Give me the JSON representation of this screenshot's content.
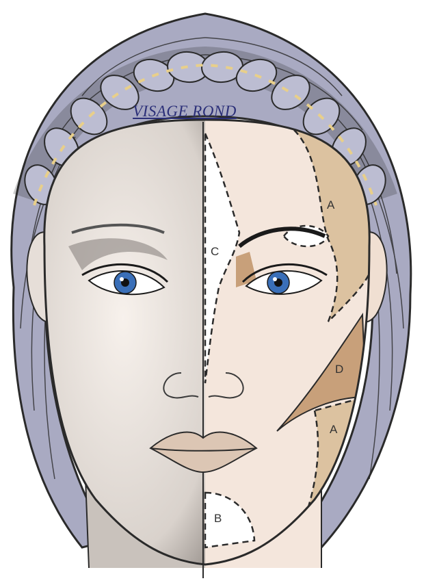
{
  "title": "VISAGE ROND",
  "zones": [
    {
      "id": "A1",
      "label": "A"
    },
    {
      "id": "C",
      "label": "C"
    },
    {
      "id": "D",
      "label": "D"
    },
    {
      "id": "A2",
      "label": "A"
    },
    {
      "id": "B",
      "label": "B"
    }
  ],
  "colors": {
    "hair": "#a9aac2",
    "hair_line": "#2a2a2a",
    "braid_tie": "#e8cf8a",
    "skin_left": "#efe8e2",
    "skin_right": "#f4e6dc",
    "shade_A": "#dcc2a0",
    "shade_D": "#c8a07a",
    "highlight": "#ffffff",
    "iris": "#3a6fb8",
    "lips": "#dcc6b4",
    "title": "#2b2f78"
  },
  "icons": [
    "face-illustration",
    "eye-icon",
    "mouth-icon",
    "nose-icon",
    "ear-icon"
  ]
}
